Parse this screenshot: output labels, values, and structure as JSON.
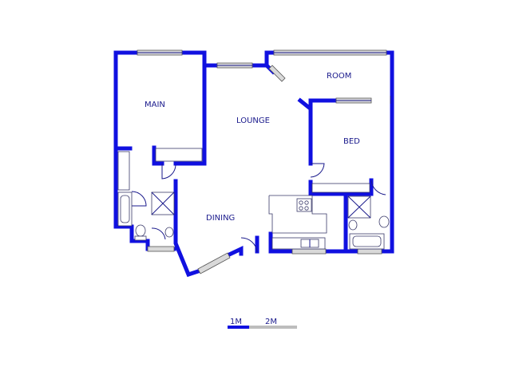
{
  "colors": {
    "wall": "#1010e0",
    "label": "#1a1a8c",
    "window": "#d9d9d9",
    "scale_light": "#bdbdbd"
  },
  "rooms": {
    "main": "MAIN",
    "lounge": "LOUNGE",
    "room": "ROOM",
    "bed": "BED",
    "dining": "DINING"
  },
  "scale": {
    "first": "1M",
    "second": "2M"
  }
}
